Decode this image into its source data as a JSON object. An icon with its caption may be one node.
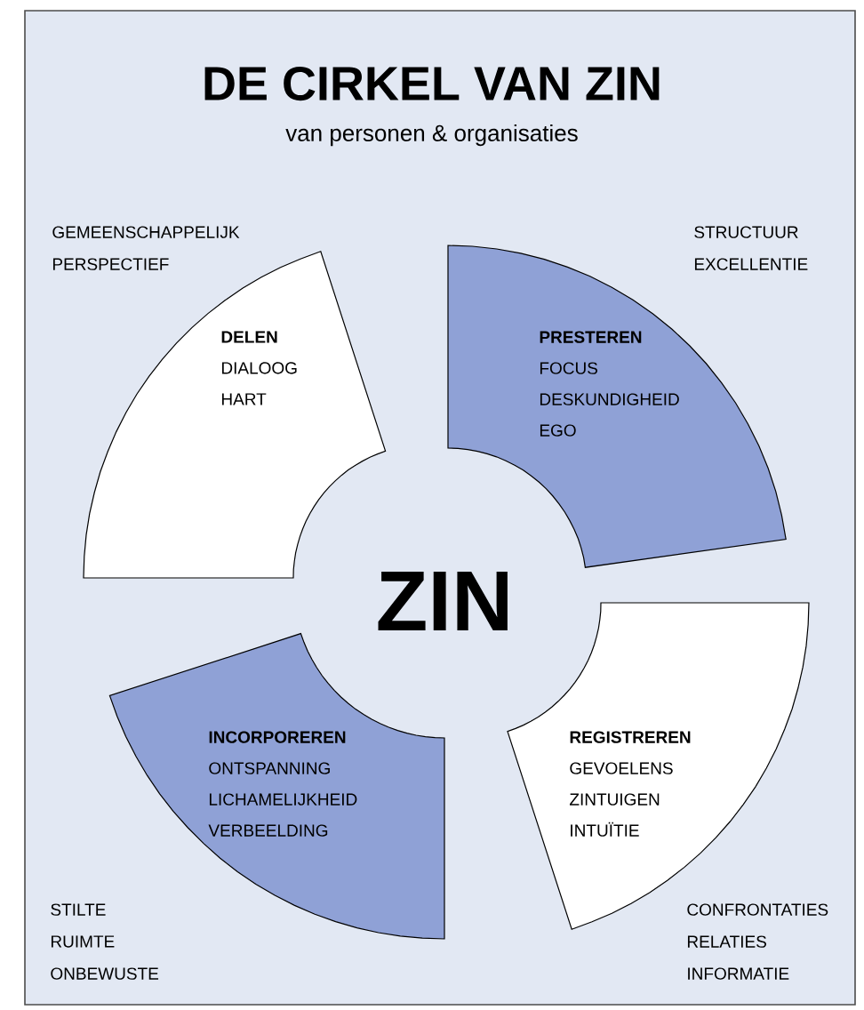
{
  "diagram": {
    "title": "DE CIRKEL VAN ZIN",
    "nodes": [
      {
        "text": [
          "DELEN",
          "DIALOOG",
          "HART"
        ]
      },
      {
        "text": [
          "PRESTEREN",
          "FOCUS",
          "DESKUNDIGHEID",
          "EGO"
        ]
      },
      {
        "text": [
          "INCORPOREREN",
          "ONTSPANNING",
          "LICHAMELIJKHEID",
          "VERBEELDING"
        ]
      },
      {
        "text": [
          "REGISTREREN",
          "GEVOELENS",
          "ZINTUIGEN",
          "INTUÏTIE"
        ]
      }
    ],
    "labels": [
      "van personen & organisaties",
      "GEMEENSCHAPPELIJK",
      "PERSPECTIEF",
      "STRUCTUUR",
      "EXCELLENTIE",
      "ZIN",
      "STILTE",
      "RUIMTE",
      "ONBEWUSTE",
      "CONFRONTATIES",
      "RELATIES",
      "INFORMATIE"
    ]
  }
}
